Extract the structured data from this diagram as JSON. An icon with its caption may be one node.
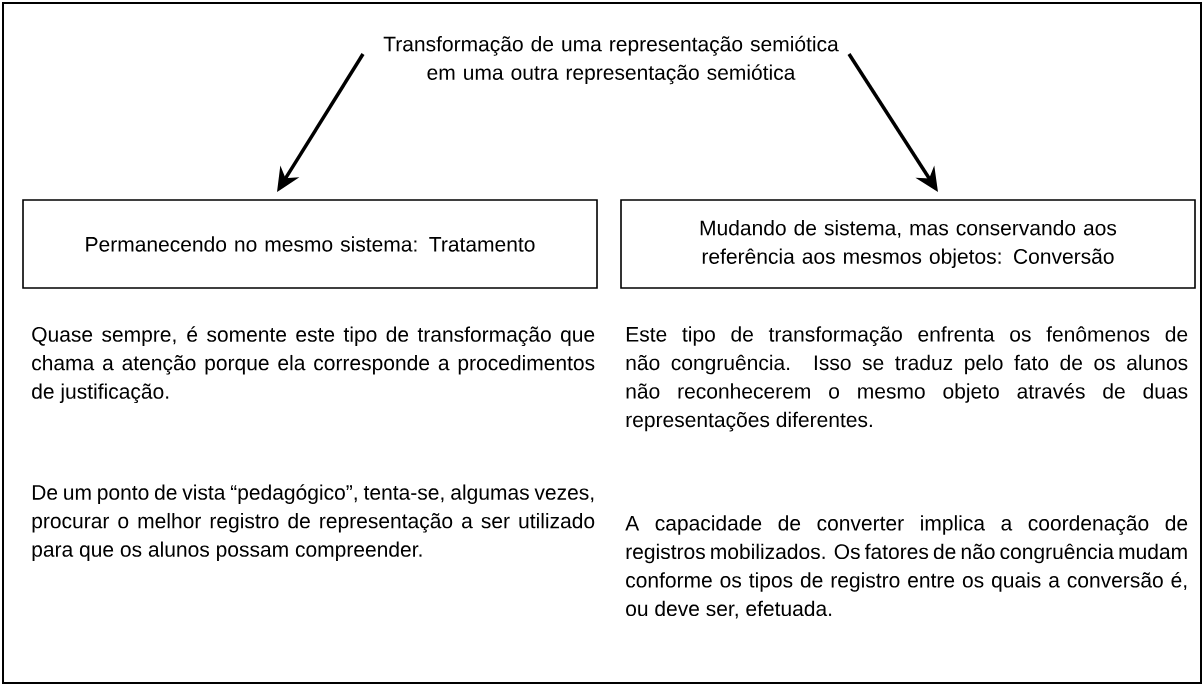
{
  "diagram": {
    "nodes": [
      {
        "text": [
          "Transformação de uma representação semiótica em uma outra representação semiótica"
        ]
      },
      {
        "text": [
          "Permanecendo no mesmo sistema: Tratamento"
        ]
      },
      {
        "text": [
          "Mudando de sistema, mas conservando aos referência aos mesmos objetos: Conversão"
        ]
      }
    ],
    "edges": [
      {
        "from": 0,
        "to": 1,
        "arrow": "to"
      },
      {
        "from": 0,
        "to": 2,
        "arrow": "to"
      }
    ],
    "labels": [
      "Quase sempre, é somente este tipo de transformação que chama a atenção porque ela corresponde a procedimentos de justificação.",
      "Este tipo de transformação enfrenta os fenômenos de não congruência. Isso se traduz pelo fato de os alunos não reconhecerem o mesmo objeto através de duas representações diferentes.",
      "De um ponto de vista “pedagógico”, tenta-se, algumas vezes, procurar o melhor registro de representação a ser utilizado para que os alunos possam compreender.",
      "A capacidade de converter implica a coordenação de registros mobilizados. Os fatores de não congruência mudam conforme os tipos de registro entre os quais a conversão é, ou deve ser, efetuada."
    ]
  }
}
